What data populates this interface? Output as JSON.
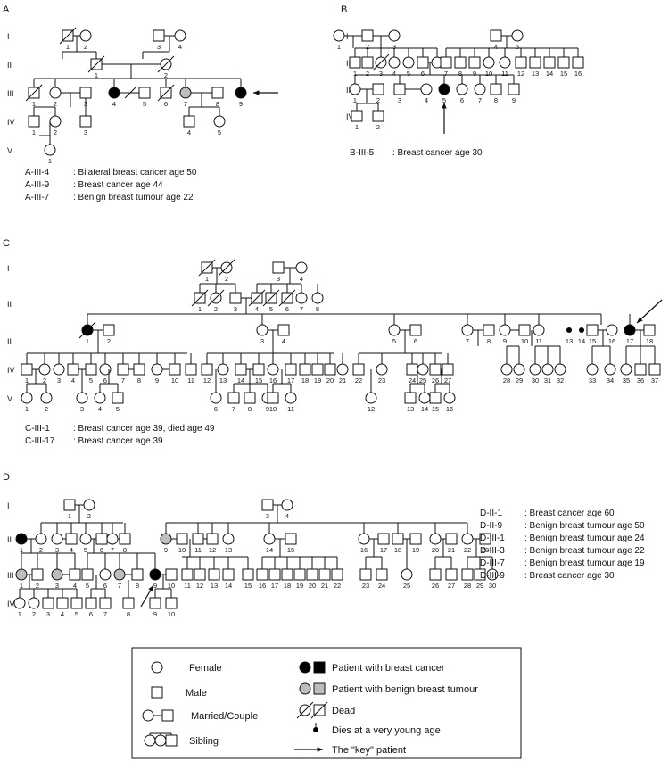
{
  "panels": [
    {
      "id": "A",
      "label": "A",
      "generations": [
        "I",
        "II",
        "III",
        "IV",
        "V"
      ],
      "notes": [
        {
          "code": "A-III-4",
          "text": ": Bilateral breast cancer age 50"
        },
        {
          "code": "A-III-9",
          "text": ": Breast cancer age 44"
        },
        {
          "code": "A-III-7",
          "text": ": Benign breast tumour age 22"
        }
      ]
    },
    {
      "id": "B",
      "label": "B",
      "generations": [
        "I",
        "II",
        "III",
        "IV"
      ],
      "notes": [
        {
          "code": "B-III-5",
          "text": ": Breast cancer age 30"
        }
      ]
    },
    {
      "id": "C",
      "label": "C",
      "generations": [
        "I",
        "II",
        "II",
        "IV",
        "V"
      ],
      "notes": [
        {
          "code": "C-III-1",
          "text": ": Breast cancer age 39, died age 49"
        },
        {
          "code": "C-III-17",
          "text": ": Breast cancer age 39"
        }
      ]
    },
    {
      "id": "D",
      "label": "D",
      "generations": [
        "I",
        "II",
        "III",
        "IV"
      ],
      "notes": [
        {
          "code": "D-II-1",
          "text": ": Breast cancer age 60"
        },
        {
          "code": "D-II-9",
          "text": ": Benign breast tumour age 50"
        },
        {
          "code": "D-III-1",
          "text": ": Benign breast tumour age 24"
        },
        {
          "code": "D-III-3",
          "text": ": Benign breast tumour age 22"
        },
        {
          "code": "D-III-7",
          "text": ": Benign breast tumour age 19"
        },
        {
          "code": "D-III-9",
          "text": ": Breast cancer age 30"
        }
      ]
    }
  ],
  "legend": {
    "female": "Female",
    "male": "Male",
    "couple": "Married/Couple",
    "sibling": "Sibling",
    "cancer": "Patient with breast cancer",
    "benign": "Patient with benign breast tumour",
    "dead": "Dead",
    "young": "Dies at a very young age",
    "key": "The \"key\" patient"
  },
  "colors": {
    "ink": "#111111",
    "benign": "#bdbdbd",
    "cancer": "#000000",
    "background": "#ffffff"
  }
}
